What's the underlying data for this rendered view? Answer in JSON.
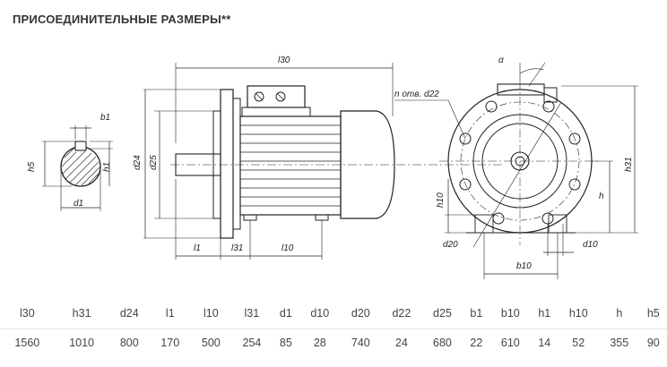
{
  "title": "ПРИСОЕДИНИТЕЛЬНЫЕ РАЗМЕРЫ**",
  "drawing_labels": {
    "l30": "l30",
    "h31": "h31",
    "d24": "d24",
    "d25": "d25",
    "l1": "l1",
    "l31": "l31",
    "l10": "l10",
    "b1": "b1",
    "h5": "h5",
    "h1": "h1",
    "d1": "d1",
    "alpha": "α",
    "n_holes": "n отв. d22",
    "h10": "h10",
    "h": "h",
    "d20": "d20",
    "d10": "d10",
    "b10": "b10"
  },
  "table": {
    "headers": [
      "l30",
      "h31",
      "d24",
      "l1",
      "l10",
      "l31",
      "d1",
      "d10",
      "d20",
      "d22",
      "d25",
      "b1",
      "b10",
      "h1",
      "h10",
      "h",
      "h5"
    ],
    "values": [
      "1560",
      "1010",
      "800",
      "170",
      "500",
      "254",
      "85",
      "28",
      "740",
      "24",
      "680",
      "22",
      "610",
      "14",
      "52",
      "355",
      "90"
    ]
  }
}
